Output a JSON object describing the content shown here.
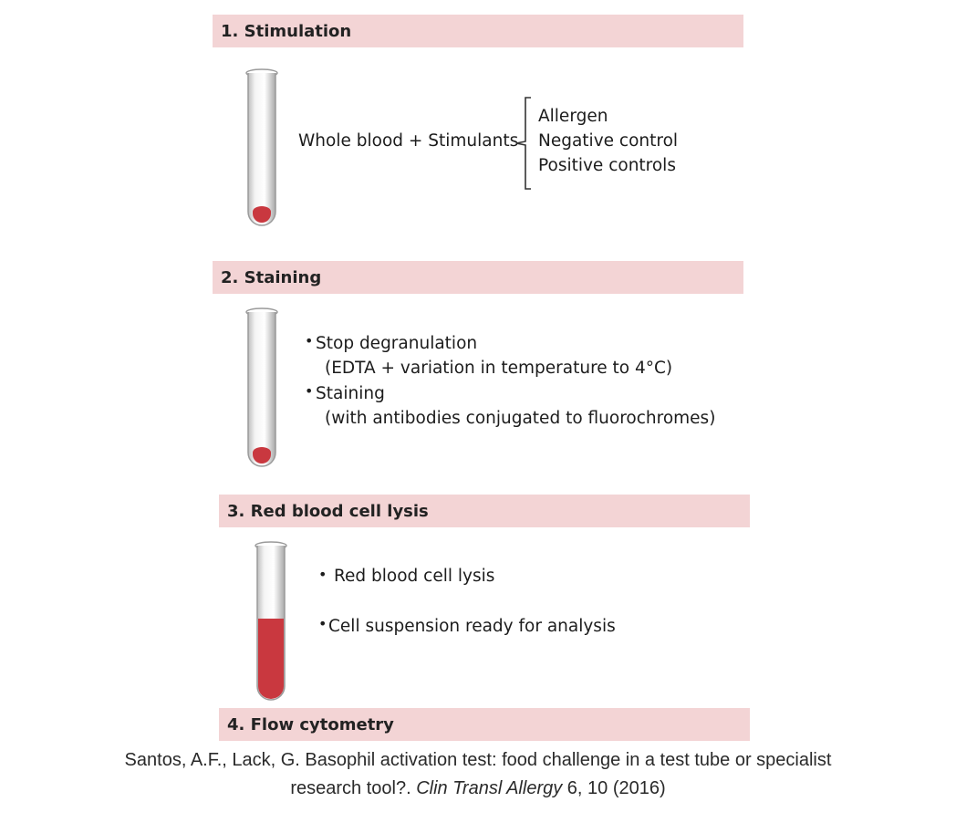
{
  "steps": [
    {
      "label": "1. Stimulation"
    },
    {
      "label": "2. Staining"
    },
    {
      "label": "3. Red blood cell lysis"
    },
    {
      "label": "4. Flow cytometry"
    }
  ],
  "stimulation": {
    "left_text": "Whole blood + Stimulants",
    "options": [
      "Allergen",
      "Negative control",
      "Positive controls"
    ]
  },
  "staining": {
    "bullet1": "Stop degranulation",
    "bullet1_detail": "(EDTA + variation in  temperature to 4°C)",
    "bullet2": "Staining",
    "bullet2_detail": "(with antibodies conjugated to fluorochromes)"
  },
  "lysis": {
    "bullet1": "Red blood cell lysis",
    "bullet2": "Cell suspension ready for analysis"
  },
  "caption": {
    "line1": "Santos, A.F., Lack, G. Basophil activation test: food challenge in a test tube or specialist",
    "line2_pre": "research tool?. ",
    "line2_journal": "Clin Transl Allergy",
    "line2_post": " 6, 10 (2016)"
  },
  "colors": {
    "band": "#f3d4d5",
    "blood": "#c9383f"
  }
}
